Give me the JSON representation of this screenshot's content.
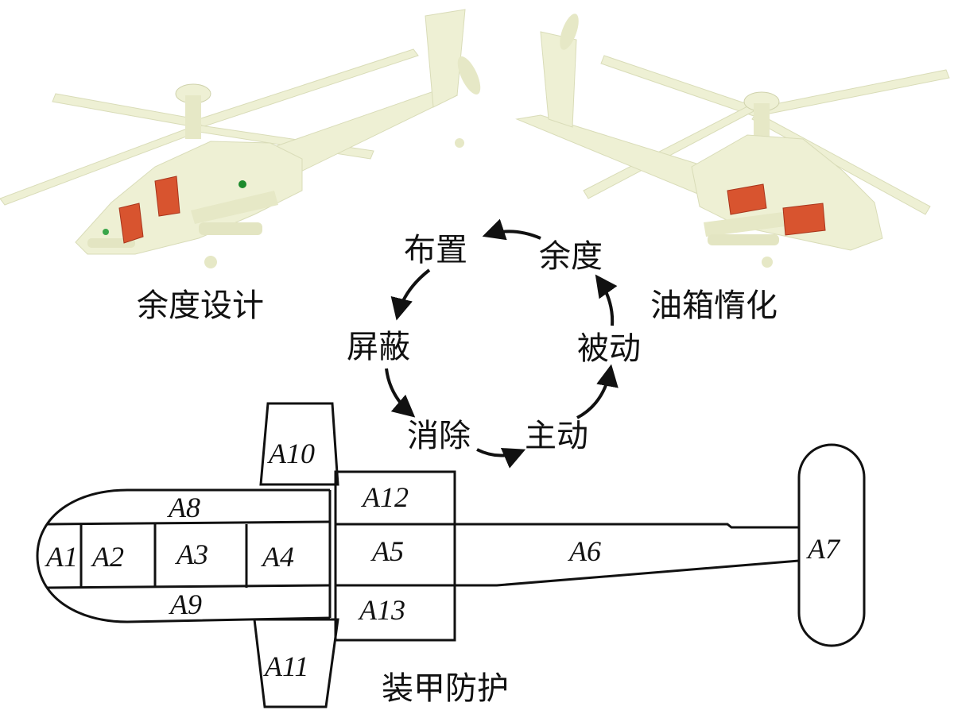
{
  "captions": {
    "left_heli": "余度设计",
    "right_heli": "油箱惰化",
    "bottom": "装甲防护"
  },
  "cycle": [
    "布置",
    "余度",
    "被动",
    "主动",
    "消除",
    "屏蔽"
  ],
  "zones": [
    "A1",
    "A2",
    "A3",
    "A4",
    "A5",
    "A6",
    "A7",
    "A8",
    "A9",
    "A10",
    "A11",
    "A12",
    "A13"
  ],
  "colors": {
    "airframe": "#eef0d4",
    "airframe_shade": "#d9dcb8",
    "highlight": "#d8542f",
    "highlight_dark": "#a9351c",
    "marker": "#1c8a2c",
    "line": "#111111"
  }
}
